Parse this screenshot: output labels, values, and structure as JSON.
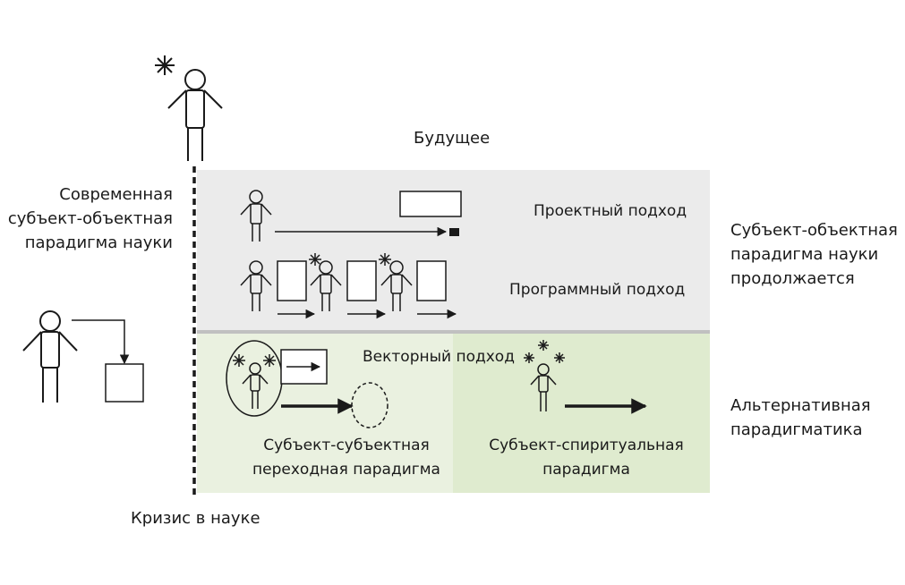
{
  "labels": {
    "future": "Будущее",
    "crisis": "Кризис в науке",
    "modern_paradigm": "Современная\nсубъект-объектная\nпарадигма науки",
    "continues": "Субъект-объектная\nпарадигма науки\nпродолжается",
    "alternative": "Альтернативная\nпарадигматика",
    "project_approach": "Проектный подход",
    "program_approach": "Программный подход",
    "vector_approach": "Векторный подход",
    "subject_subject": "Субъект-субъектная\nпереходная парадигма",
    "subject_spiritual": "Субъект-спиритуальная\nпарадигма"
  },
  "colors": {
    "gray_zone": "#ebebeb",
    "divider": "#c0c0c0",
    "light_green": "#eaf1e0",
    "green": "#dfebcf",
    "ink": "#1a1a1a"
  }
}
